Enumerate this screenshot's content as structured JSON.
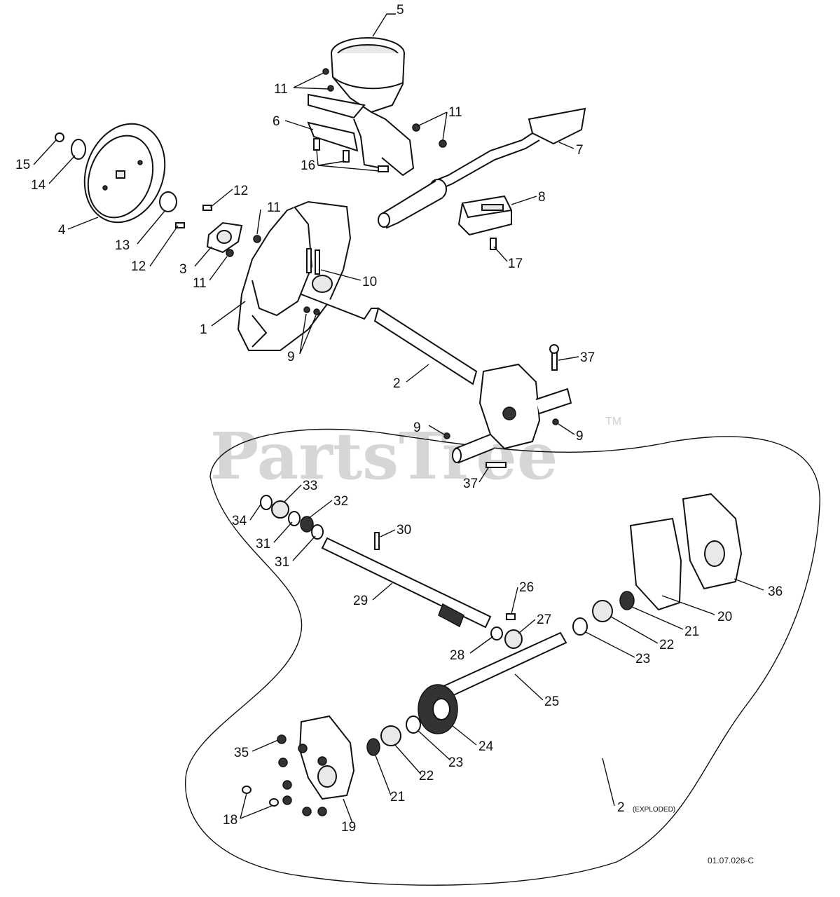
{
  "watermark": {
    "brand": "PartsTree",
    "trademark": "TM"
  },
  "document_ref": "01.07.026-C",
  "exploded_note": "(EXPLODED)",
  "callouts": {
    "c1": "1",
    "c2": "2",
    "c2x": "2",
    "c3": "3",
    "c4": "4",
    "c5": "5",
    "c6": "6",
    "c7": "7",
    "c8": "8",
    "c9a": "9",
    "c9b": "9",
    "c9c": "9",
    "c10": "10",
    "c11a": "11",
    "c11b": "11",
    "c11c": "11",
    "c11d": "11",
    "c12a": "12",
    "c12b": "12",
    "c13": "13",
    "c14": "14",
    "c15": "15",
    "c16": "16",
    "c17": "17",
    "c18": "18",
    "c19": "19",
    "c20": "20",
    "c21a": "21",
    "c21b": "21",
    "c22a": "22",
    "c22b": "22",
    "c23a": "23",
    "c23b": "23",
    "c24": "24",
    "c25": "25",
    "c26": "26",
    "c27": "27",
    "c28": "28",
    "c29": "29",
    "c30": "30",
    "c31a": "31",
    "c31b": "31",
    "c32": "32",
    "c33": "33",
    "c34": "34",
    "c35": "35",
    "c36": "36",
    "c37a": "37",
    "c37b": "37"
  }
}
